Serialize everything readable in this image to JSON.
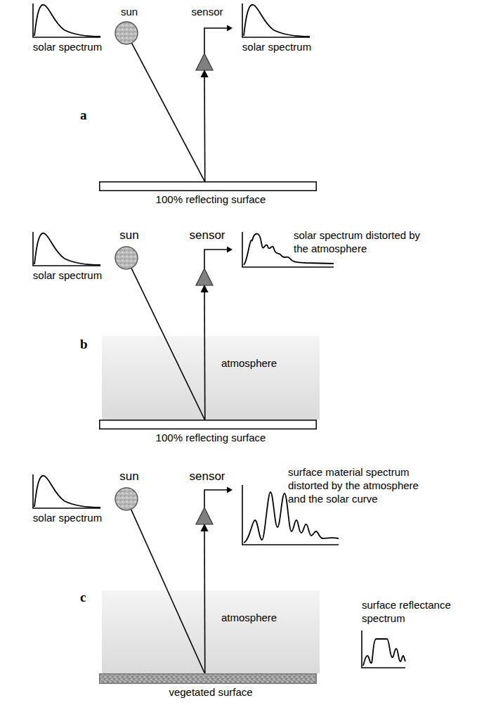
{
  "diagram": {
    "nodes": [
      {
        "text": [
          "sun"
        ]
      },
      {
        "text": [
          "sensor"
        ]
      },
      {
        "text": [
          "100% reflecting surface"
        ]
      },
      {
        "text": [
          "sun"
        ]
      },
      {
        "text": [
          "sensor"
        ]
      },
      {
        "text": [
          "atmosphere"
        ]
      },
      {
        "text": [
          "100% reflecting surface"
        ]
      },
      {
        "text": [
          "sun"
        ]
      },
      {
        "text": [
          "sensor"
        ]
      },
      {
        "text": [
          "atmosphere"
        ]
      },
      {
        "text": [
          "vegetated surface"
        ]
      }
    ],
    "edges": [
      {
        "from": 0,
        "to": 2,
        "arrow": "none"
      },
      {
        "from": 2,
        "to": 1,
        "arrow": "to"
      },
      {
        "from": 3,
        "to": 6,
        "arrow": "none"
      },
      {
        "from": 6,
        "to": 4,
        "arrow": "to"
      },
      {
        "from": 7,
        "to": 10,
        "arrow": "none"
      },
      {
        "from": 10,
        "to": 8,
        "arrow": "to"
      }
    ],
    "labels": [
      "a",
      "solar spectrum",
      "solar spectrum",
      "b",
      "solar spectrum",
      "solar spectrum distorted by the atmosphere",
      "c",
      "solar spectrum",
      "surface material spectrum distorted by the atmosphere and the solar curve",
      "surface reflectance spectrum"
    ]
  }
}
